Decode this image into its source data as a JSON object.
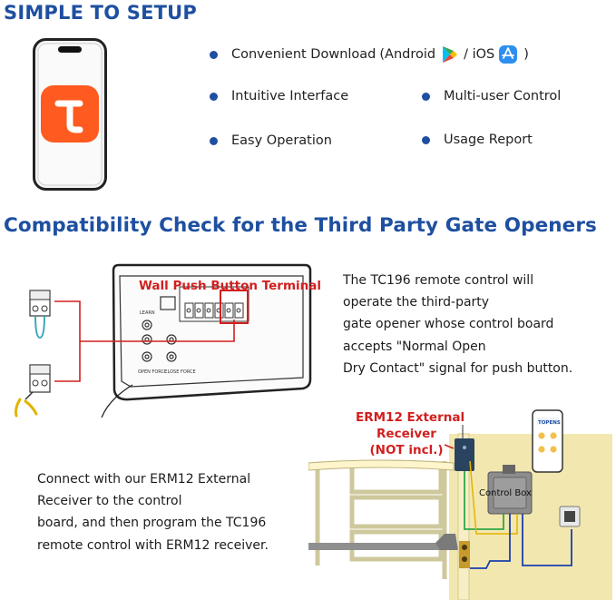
{
  "setup": {
    "title": "SIMPLE TO SETUP",
    "features": {
      "download": "Convenient Download",
      "download_open": "(Android",
      "download_sep": "/ iOS",
      "download_close": ")",
      "interface": "Intuitive Interface",
      "multiuser": "Multi-user Control",
      "operation": "Easy Operation",
      "report": "Usage Report"
    },
    "app_icon_letter": "t"
  },
  "compat": {
    "title": "Compatibility Check for the Third Party Gate Openers",
    "wall_label": "Wall Push Button Terminal",
    "description": [
      "The TC196 remote control will",
      "operate the third-party",
      "gate opener whose control board",
      "accepts \"Normal Open",
      "Dry Contact\" signal for push button."
    ],
    "board_labels": {
      "learn": "LEARN",
      "open_force": "OPEN FORCE",
      "close_force": "CLOSE FORCE"
    }
  },
  "erm": {
    "label": [
      "ERM12 External",
      "Receiver",
      "(NOT incl.)"
    ],
    "description": [
      "Connect with our ERM12 External",
      "Receiver to the control",
      "board, and then program the TC196",
      "remote control with ERM12 receiver."
    ],
    "control_box_label": "Control Box",
    "phone_brand": "TOPENS"
  },
  "colors": {
    "accent_blue": "#1e4fa0",
    "label_red": "#d21f1f",
    "tuya_orange": "#ff5a1f",
    "gate_yellow": "#f3e7b0",
    "wire_green": "#2fa84a",
    "wire_blue": "#1a3fae"
  },
  "icons": {
    "phone": "tuya-phone-icon",
    "android": "google-play-icon",
    "ios": "app-store-icon"
  }
}
